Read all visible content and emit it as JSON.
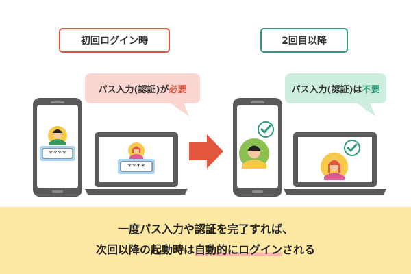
{
  "labels": {
    "first_login": "初回ログイン時",
    "second_onward": "2回目以降"
  },
  "bubbles": {
    "first": {
      "prefix": "パス入力(認証)が",
      "emphasis": "必要"
    },
    "repeat": {
      "prefix": "パス入力(認証)は",
      "emphasis": "不要"
    }
  },
  "password_mask": "****",
  "caption": {
    "line1": "一度パス入力や認証を完了すれば、",
    "line2_prefix": "次回以降の起動時は",
    "line2_emphasis": "自動的にログイン",
    "line2_suffix": "される"
  },
  "colors": {
    "red_accent": "#e0563f",
    "green_accent": "#2e9a7a",
    "bubble_pink": "#fbd5cf",
    "bubble_green": "#cdeedd",
    "device_gray": "#5a5a5a",
    "band_yellow": "#fde9a4"
  },
  "icons": [
    "checkmark-icon",
    "arrow-right-icon",
    "user-avatar-icon",
    "smartphone-icon",
    "laptop-icon"
  ]
}
